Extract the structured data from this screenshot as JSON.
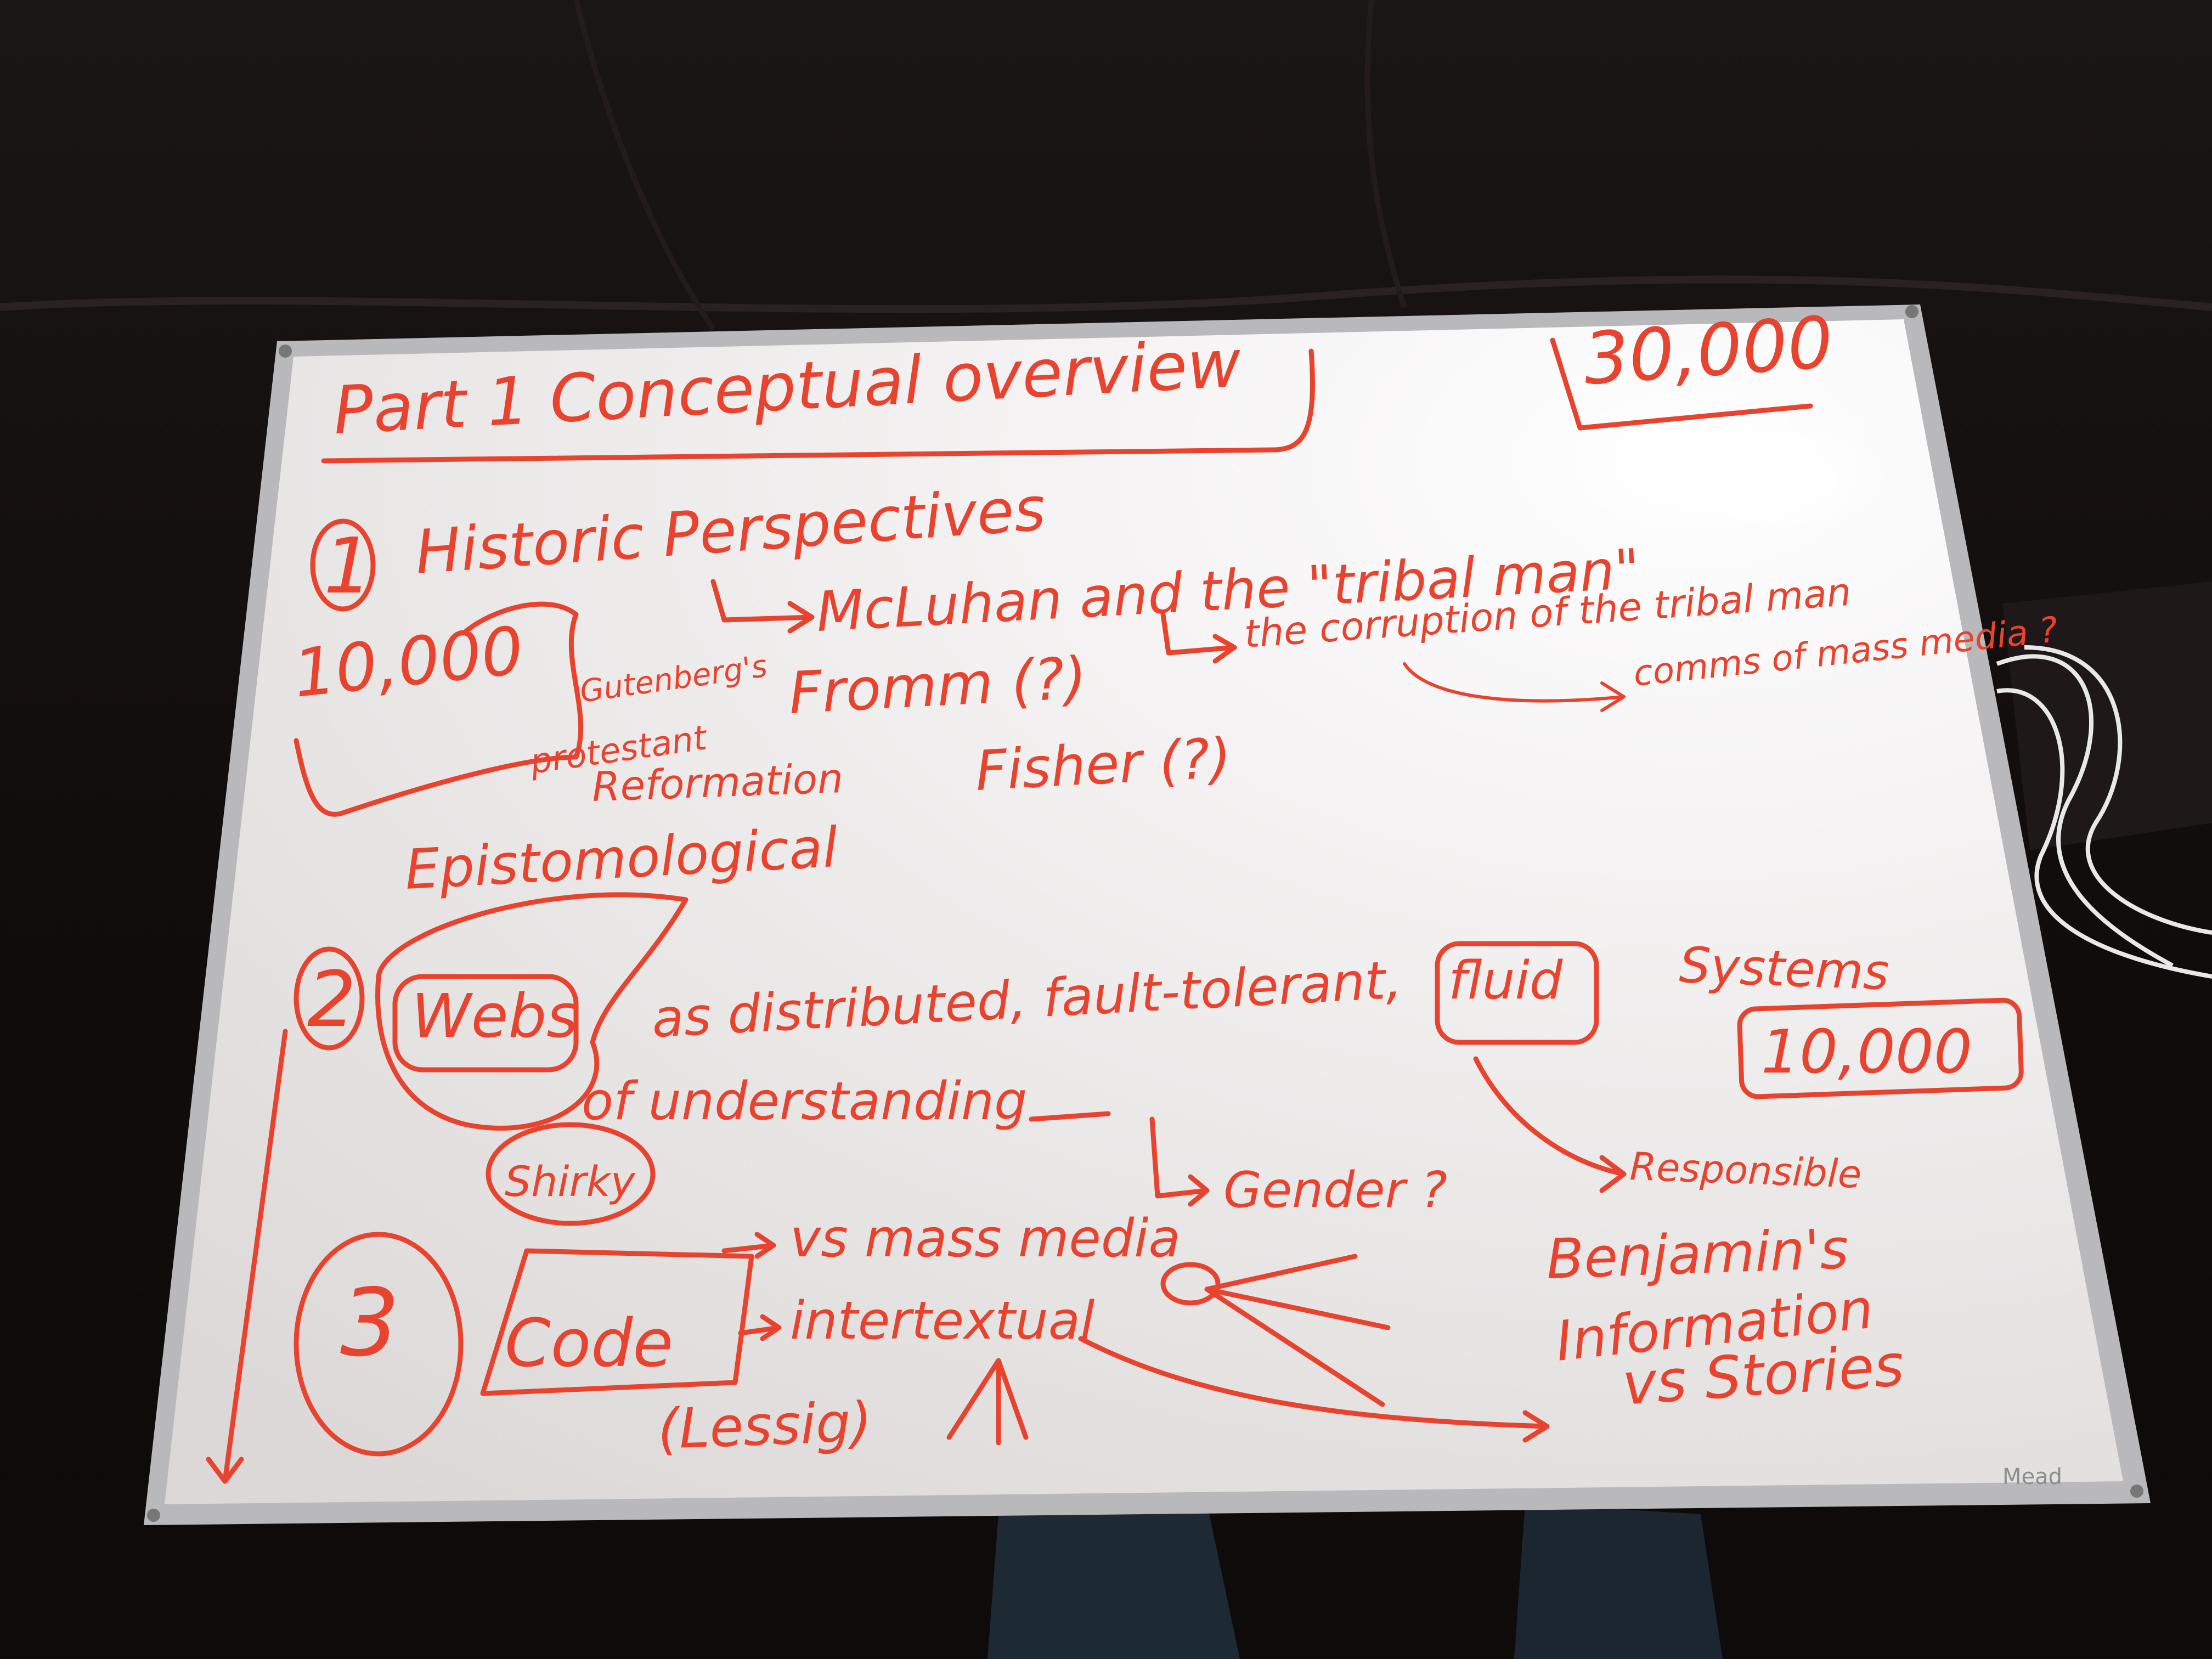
{
  "whiteboard": {
    "brand": "Mead",
    "title": "Part 1 Conceptual overview",
    "count_top_right": "30,000",
    "section1": {
      "number": "1",
      "heading": "Historic Perspectives",
      "count": "10,000",
      "mcluhan": "McLuhan and the \"tribal man\"",
      "corruption": "the corruption of the tribal man",
      "mass_media": "comms of mass media ?",
      "gutenberg": "Gutenberg's",
      "protestant": "protestant",
      "reformation": "Reformation",
      "fromm": "Fromm (?)",
      "fisher": "Fisher (?)",
      "epistemological": "Epistomological"
    },
    "section2": {
      "number": "2",
      "webs": "Webs",
      "distributed": "as distributed, fault-tolerant,",
      "fluid": "fluid",
      "systems": "Systems",
      "count": "10,000",
      "understanding": "of understanding",
      "shirky": "Shirky",
      "gender": "Gender ?",
      "responsible": "Responsible"
    },
    "section3": {
      "number": "3",
      "code": "Code",
      "vs_mass_media": "vs mass media",
      "intertextual": "intertextual",
      "lessig": "(Lessig)",
      "benjamins": "Benjamin's",
      "information": "Information",
      "vs_stories": "vs Stories"
    }
  }
}
